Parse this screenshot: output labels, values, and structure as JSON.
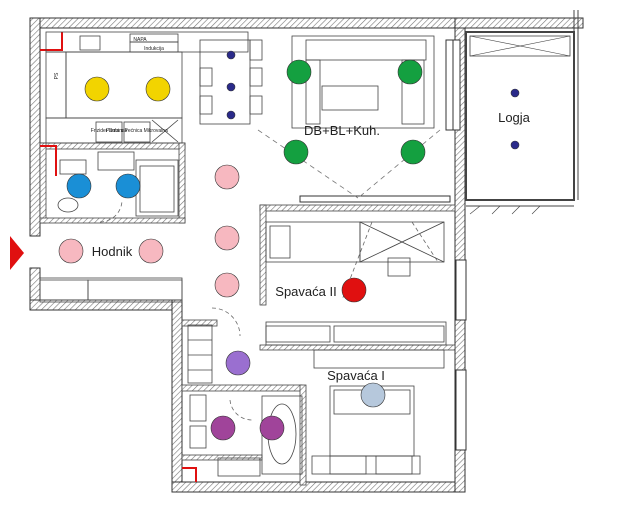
{
  "rooms": {
    "living": "DB+BL+Kuh.",
    "loggia": "Logja",
    "hall": "Hodnik",
    "bedroom2": "Spavaća II",
    "bedroom1": "Spavaća I"
  },
  "appliances": {
    "hood": "NAPA",
    "hob": "Indukcija",
    "fridge": "Frizider Dubinas",
    "oven": "Pama s Pećnica Mikrovalna",
    "shaft": "PS"
  },
  "colors": {
    "kitchen": "#f2d400",
    "living": "#14a040",
    "dining": "#2a2a8a",
    "bathroom": "#1a8fd6",
    "hall": "#f7b8c0",
    "bedroom2": "#e01010",
    "bedroom1": "#b6c8dc",
    "corridor": "#9a6fd0",
    "wc": "#a0449a",
    "loggia": "#2a2a8a",
    "entry": "#e01010"
  }
}
